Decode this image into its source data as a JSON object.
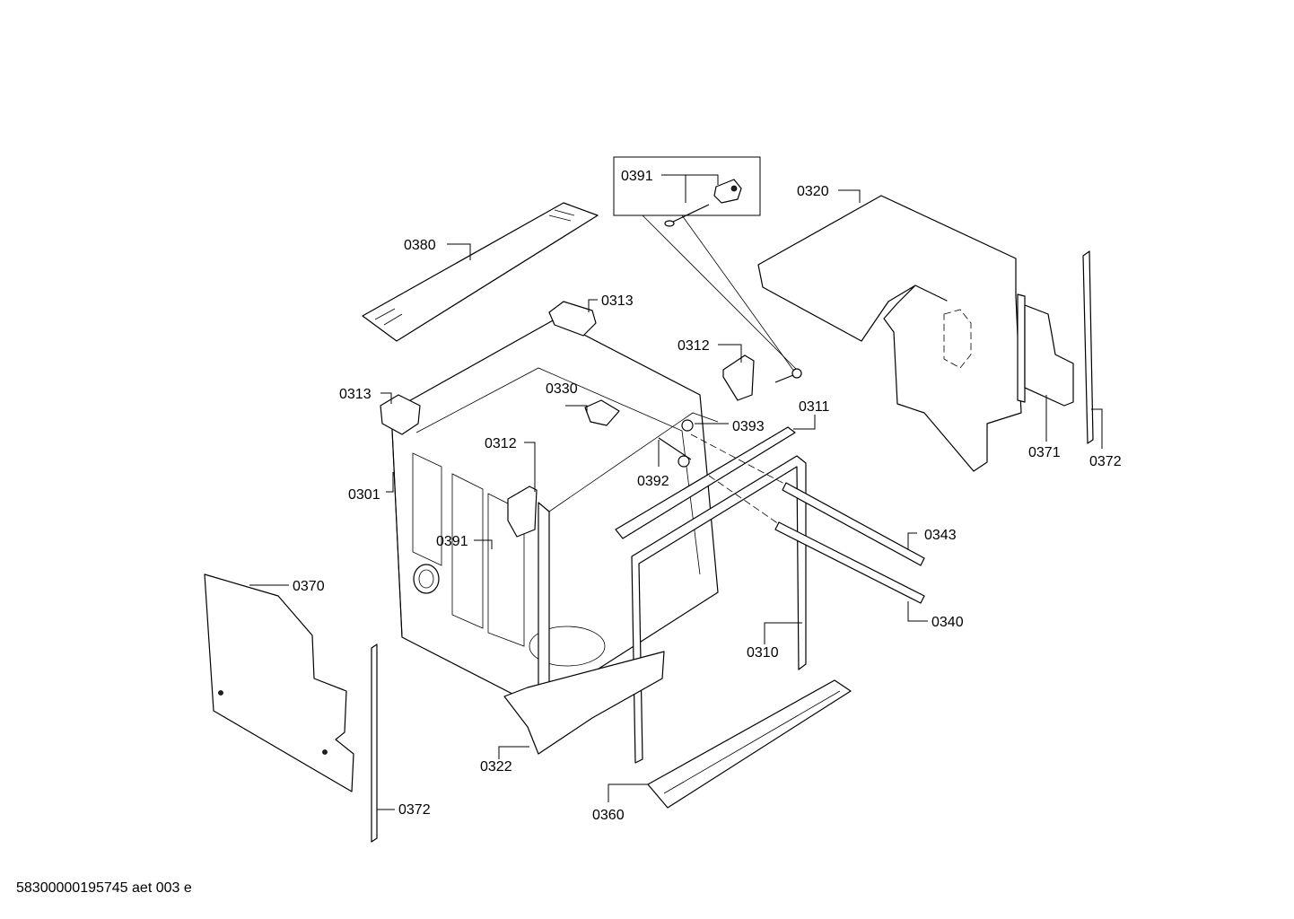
{
  "labels": {
    "l0391_detail": "0391",
    "l0320": "0320",
    "l0380": "0380",
    "l0313_top": "0313",
    "l0312_right": "0312",
    "l0313_left": "0313",
    "l0330": "0330",
    "l0393": "0393",
    "l0311": "0311",
    "l0312_mid": "0312",
    "l0301": "0301",
    "l0392": "0392",
    "l0371": "0371",
    "l0372_right": "0372",
    "l0391_mid": "0391",
    "l0343": "0343",
    "l0370": "0370",
    "l0340": "0340",
    "l0310": "0310",
    "l0322": "0322",
    "l0360": "0360",
    "l0372_bottom": "0372"
  },
  "footer": "58300000195745 aet 003 e"
}
